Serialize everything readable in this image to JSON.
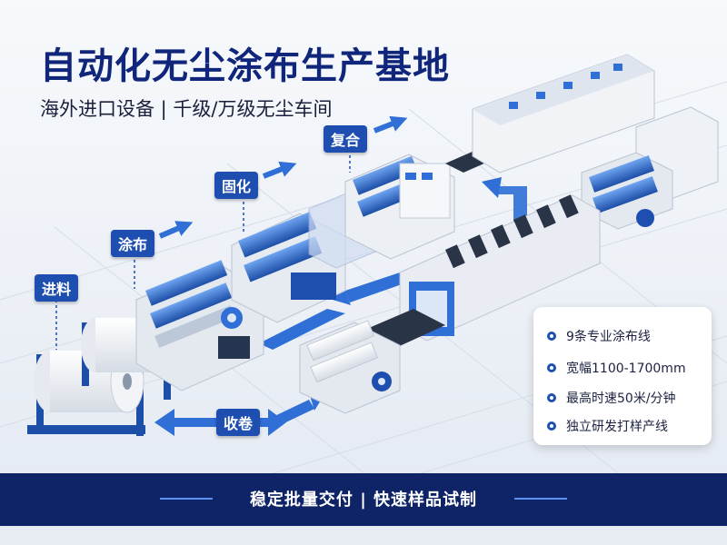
{
  "header": {
    "title": "自动化无尘涂布生产基地",
    "subtitle": "海外进口设备 | 千级/万级无尘车间"
  },
  "stages": {
    "feed": "进料",
    "coating": "涂布",
    "curing": "固化",
    "laminating": "复合",
    "winding": "收卷"
  },
  "features": {
    "items": [
      "9条专业涂布线",
      "宽幅1100-1700mm",
      "最高时速50米/分钟",
      "独立研发打样产线"
    ]
  },
  "footer": {
    "slogan": "稳定批量交付 | 快速样品试制"
  },
  "colors": {
    "brand_navy": "#10267a",
    "label_blue": "#1e4fb0",
    "machine_blue": "#2f6fd6",
    "footer_navy": "#0f2466"
  }
}
